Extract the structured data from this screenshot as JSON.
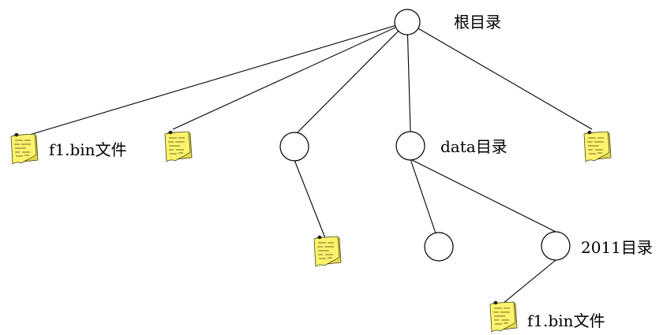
{
  "diagram": {
    "labels": {
      "root": "根目录",
      "data_dir": "data目录",
      "dir_2011": "2011目录",
      "file_top": "f1.bin文件",
      "file_bottom": "f1.bin文件"
    },
    "icons": {
      "file": "file-note-icon",
      "directory": "directory-node-icon"
    },
    "colors": {
      "note_fill": "#fff36e",
      "note_fold": "#e4d84f",
      "note_lines": "#6b6b20",
      "line": "#000000"
    }
  }
}
